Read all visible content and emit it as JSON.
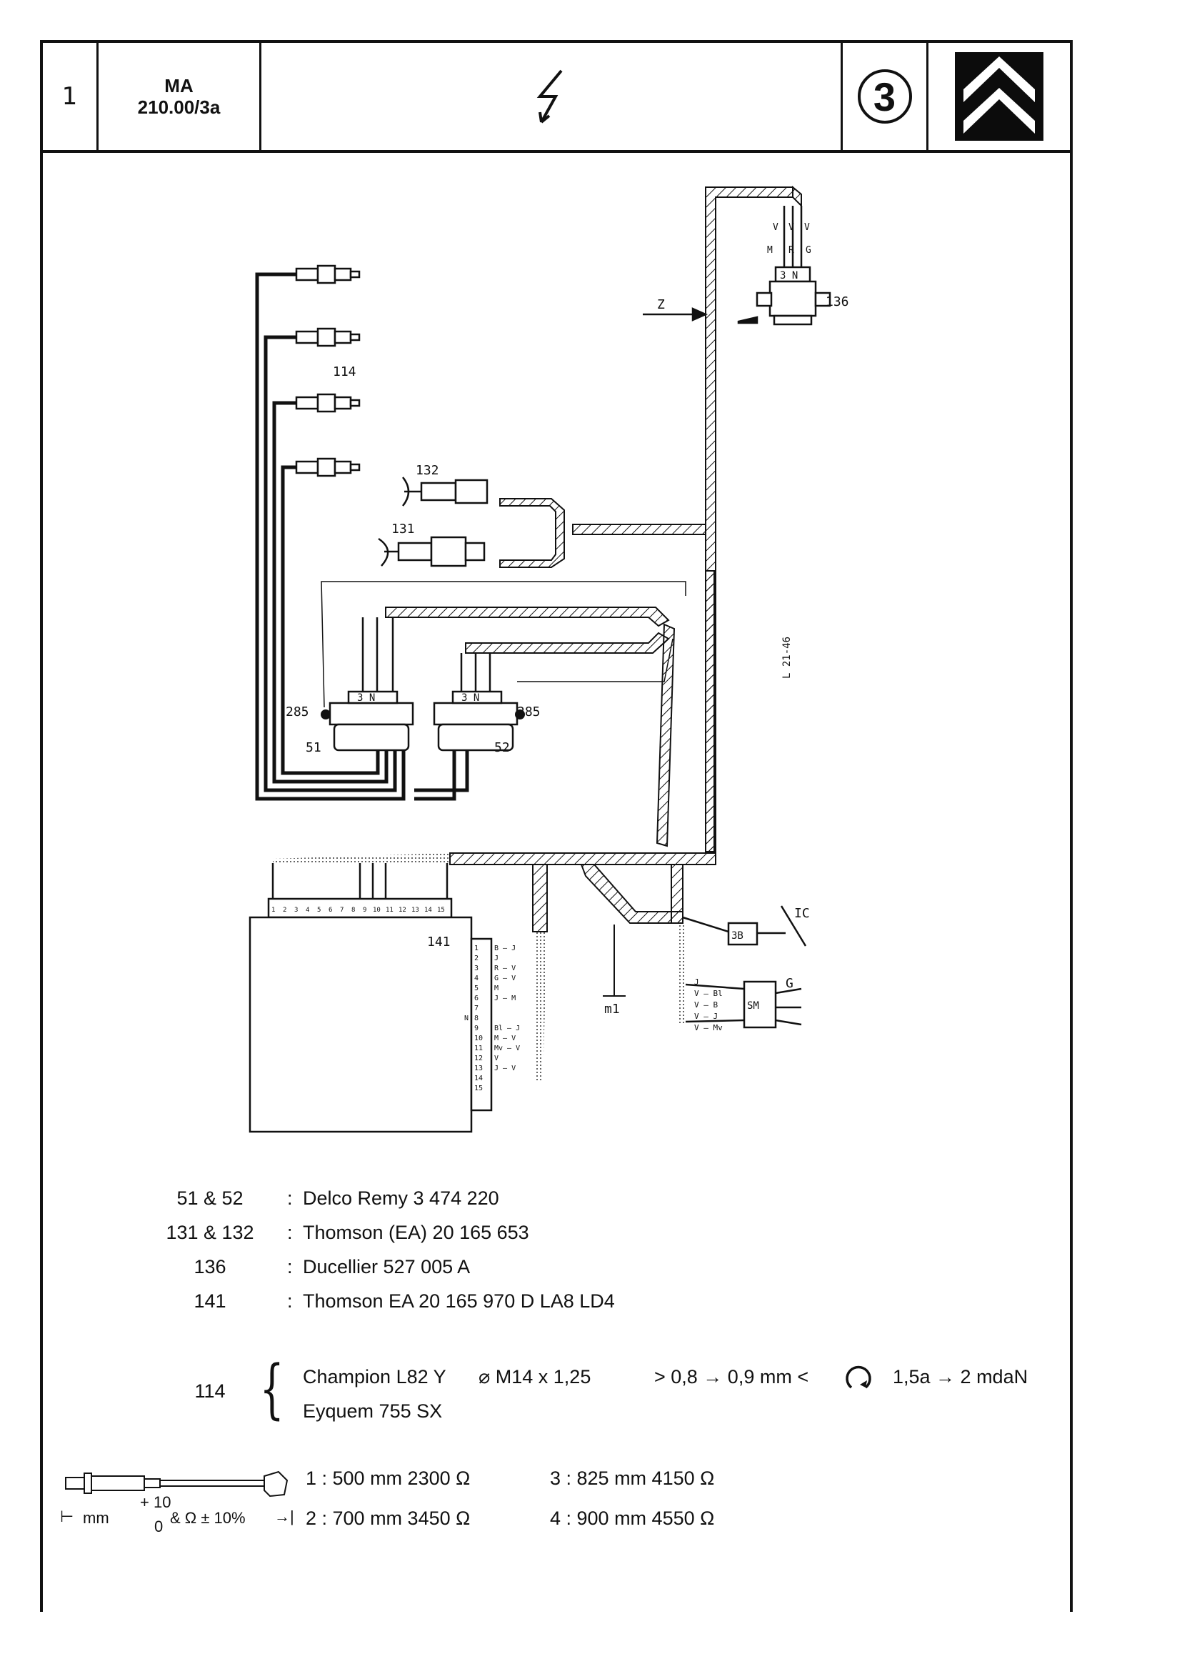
{
  "header": {
    "page_number": "1",
    "ref_line1": "MA",
    "ref_line2": "210.00/3a",
    "section_icon": "lightning-bolt-icon",
    "section_number": "3",
    "logo": "citroen-double-chevron-logo"
  },
  "diagram": {
    "callout_spark_plugs": "114",
    "callout_module_136": "136",
    "callout_arrow_z": "Z",
    "callout_sensor_132": "132",
    "callout_sensor_131": "131",
    "callout_coil_51": "51",
    "callout_coil_52": "52",
    "callout_ground_285a": "285",
    "callout_ground_285b": "285",
    "callout_ecu_141": "141",
    "callout_ground_m1": "m1",
    "callout_ic": "IC",
    "callout_g": "G",
    "drawing_ref": "L 21-46",
    "connector_3n": "3 N",
    "connector_3b": "3B",
    "connector_sm": "SM",
    "wire_labels_136": [
      "V",
      "V",
      "V",
      "M",
      "R",
      "G"
    ],
    "ecu_top_pins": [
      "1",
      "2",
      "3",
      "4",
      "5",
      "6",
      "7",
      "8",
      "9",
      "10",
      "11",
      "12",
      "13",
      "14",
      "15"
    ],
    "ecu_side_pins": [
      "1",
      "2",
      "3",
      "4",
      "5",
      "6",
      "7",
      "8",
      "9",
      "10",
      "11",
      "12",
      "13",
      "14",
      "15"
    ],
    "ecu_side_labels": [
      "B — J",
      "J",
      "R — V",
      "G — V",
      "M",
      "J — M",
      "",
      "N",
      "Bl — J",
      "M — V",
      "Mv — V",
      "V",
      "J — V",
      "",
      ""
    ],
    "sm_labels": [
      "J",
      "V — Bl",
      "V — B",
      "V — J",
      "V — Mv"
    ]
  },
  "legend": {
    "items": [
      {
        "num": "51 & 52",
        "text": "Delco Remy 3 474 220"
      },
      {
        "num": "131 & 132",
        "text": "Thomson (EA) 20 165 653"
      },
      {
        "num": "136",
        "text": "Ducellier 527 005 A"
      },
      {
        "num": "141",
        "text": "Thomson EA 20 165 970 D LA8 LD4"
      }
    ],
    "spark_plug": {
      "num": "114",
      "brand1": "Champion L82 Y",
      "brand2": "Eyquem 755 SX",
      "thread": "⌀ M14 x 1,25",
      "gap": "> 0,8 → 0,9 mm <",
      "torque": "1,5a → 2 mdaN"
    },
    "wires": {
      "unit_mm": "mm",
      "tol_plus": "+ 10",
      "tol_zero": "0",
      "tol_ohm": "& Ω ± 10%",
      "w1": "1  :  500 mm 2300 Ω",
      "w2": "2  :  700 mm 3450 Ω",
      "w3": "3  :  825 mm 4150 Ω",
      "w4": "4  :  900 mm 4550 Ω"
    }
  }
}
